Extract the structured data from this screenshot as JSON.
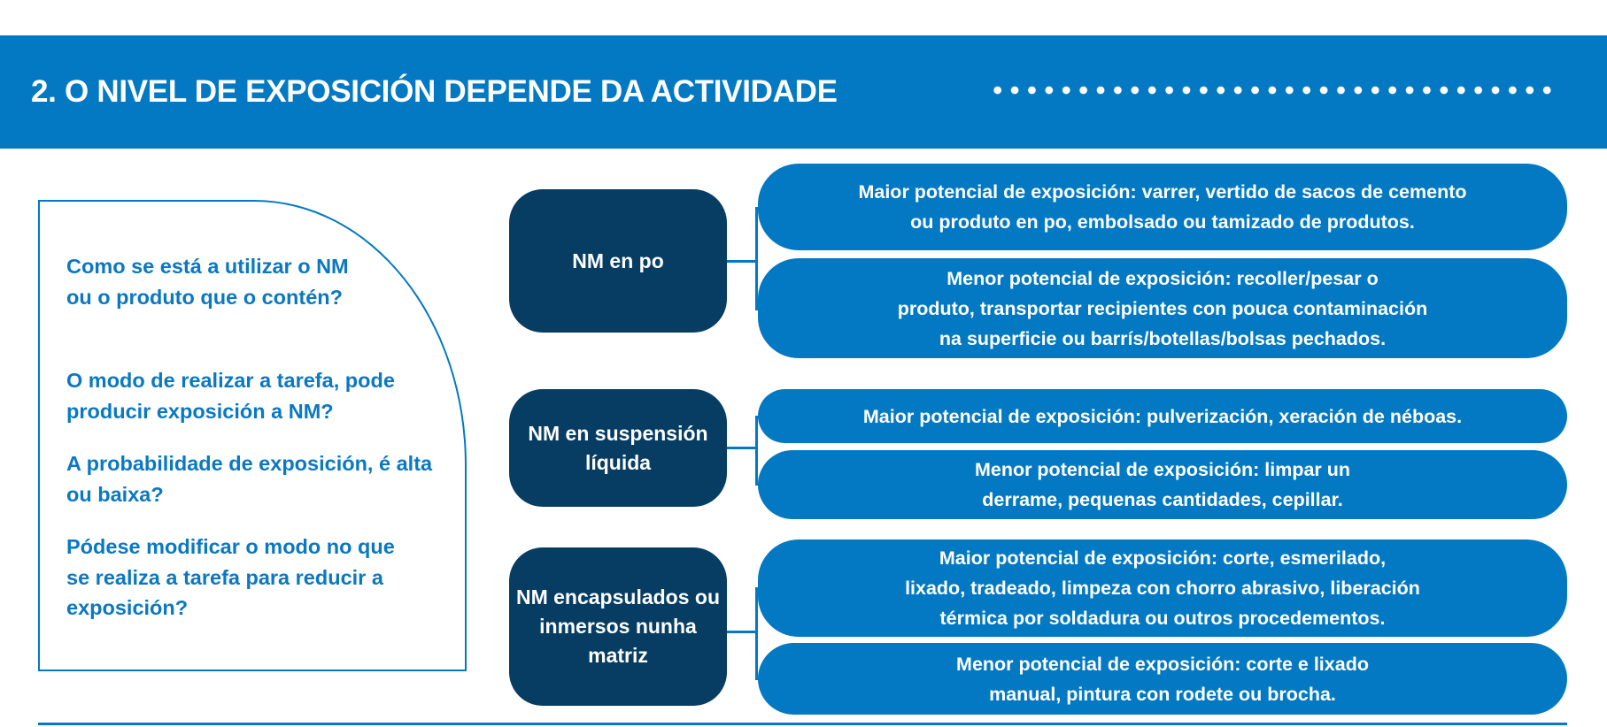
{
  "header": {
    "title": "2. O NIVEL DE EXPOSICIÓN DEPENDE DA ACTIVIDADE"
  },
  "questions": [
    "Como se está a utilizar o NM ou o produto que o contén?",
    "O modo de realizar a tarefa, pode producir exposición a NM?",
    "A probabilidade de exposición, é alta ou baixa?",
    "Pódese modificar o modo no que se realiza a tarefa para reducir a exposición?"
  ],
  "categories": [
    {
      "label": "NM en po",
      "high": "Maior potencial de exposición: varrer, vertido de sacos de cemento\nou produto en po, embolsado ou tamizado de produtos.",
      "low": "Menor potencial de exposición: recoller/pesar o\nproduto, transportar recipientes con pouca contaminación\nna superficie ou  barrís/botellas/bolsas pechados."
    },
    {
      "label": "NM en suspensión líquida",
      "high": "Maior potencial de exposición: pulverización, xeración de néboas.",
      "low": "Menor potencial de exposición: limpar un\nderrame, pequenas cantidades, cepillar."
    },
    {
      "label": "NM encapsulados ou inmersos nunha matriz",
      "high": "Maior potencial de exposición: corte, esmerilado,\nlixado, tradeado, limpeza con chorro abrasivo, liberación\ntérmica por soldadura ou outros procedementos.",
      "low": "Menor potencial de exposición: corte e lixado\nmanual, pintura con rodete ou brocha."
    }
  ],
  "colors": {
    "primary": "#0279c2",
    "dark": "#073d63",
    "question_text": "#0a78c2"
  }
}
